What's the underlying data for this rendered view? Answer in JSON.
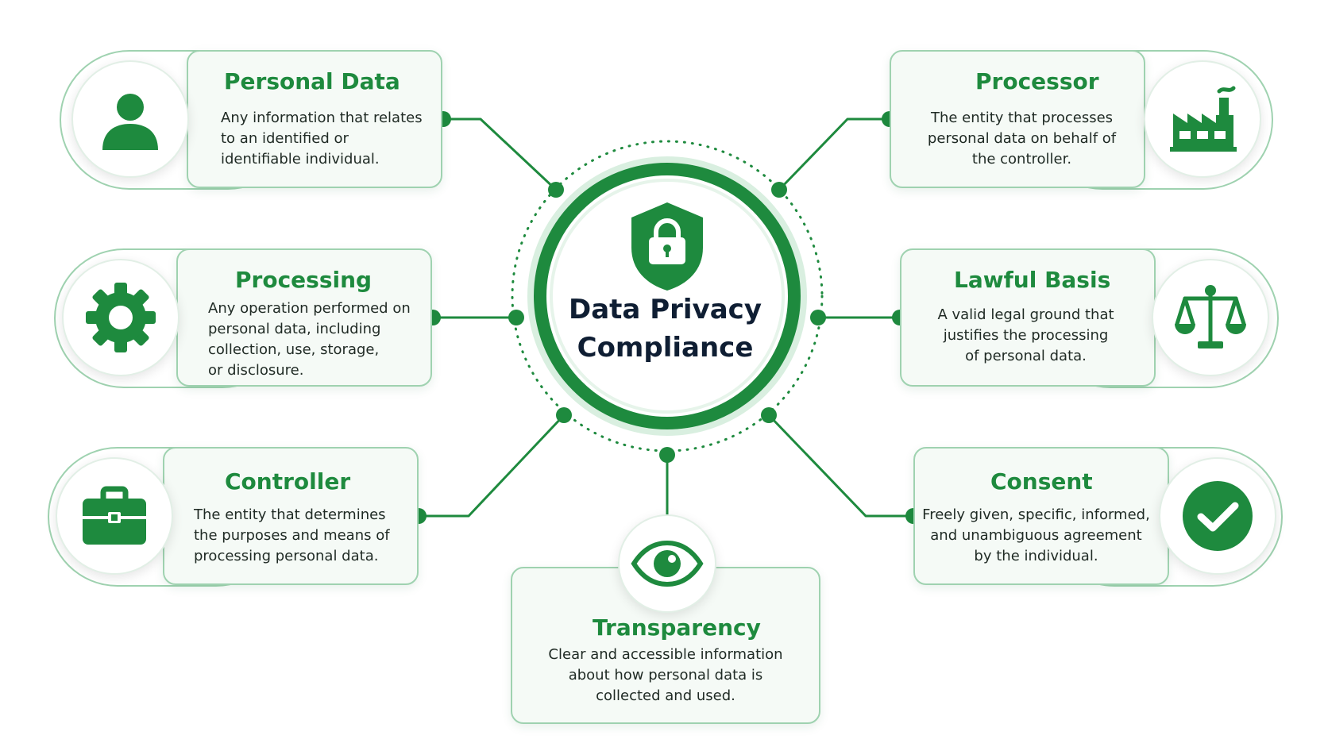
{
  "center": {
    "title_lines": [
      "Data Privacy",
      "Compliance"
    ],
    "icon": "shield-lock-icon"
  },
  "nodes": {
    "personal_data": {
      "title": "Personal Data",
      "desc_lines": [
        "Any information that relates",
        "to an identified or",
        "identifiable individual."
      ],
      "icon": "person-icon"
    },
    "processing": {
      "title": "Processing",
      "desc_lines": [
        "Any operation performed on",
        "personal data, including",
        "collection, use, storage,",
        "or disclosure."
      ],
      "icon": "gear-icon"
    },
    "controller": {
      "title": "Controller",
      "desc_lines": [
        "The entity that determines",
        "the purposes and means of",
        "processing personal data."
      ],
      "icon": "briefcase-icon"
    },
    "processor": {
      "title": "Processor",
      "desc_lines": [
        "The entity that processes",
        "personal data on behalf of",
        "the controller."
      ],
      "icon": "factory-icon"
    },
    "lawful_basis": {
      "title": "Lawful Basis",
      "desc_lines": [
        "A valid legal ground that",
        "justifies the processing",
        "of personal data."
      ],
      "icon": "scales-icon"
    },
    "consent": {
      "title": "Consent",
      "desc_lines": [
        "Freely given, specific, informed,",
        "and unambiguous agreement",
        "by the individual."
      ],
      "icon": "checkmark-icon"
    },
    "transparency": {
      "title": "Transparency",
      "desc_lines": [
        "Clear and accessible information",
        "about how personal data is",
        "collected and used."
      ],
      "icon": "eye-icon"
    }
  },
  "colors": {
    "accent": "#1e8a3e",
    "accent_dark": "#1a7a36",
    "card_bg": "#f5faf6",
    "card_border": "#9fd2b0",
    "center_text": "#0f1e33"
  }
}
